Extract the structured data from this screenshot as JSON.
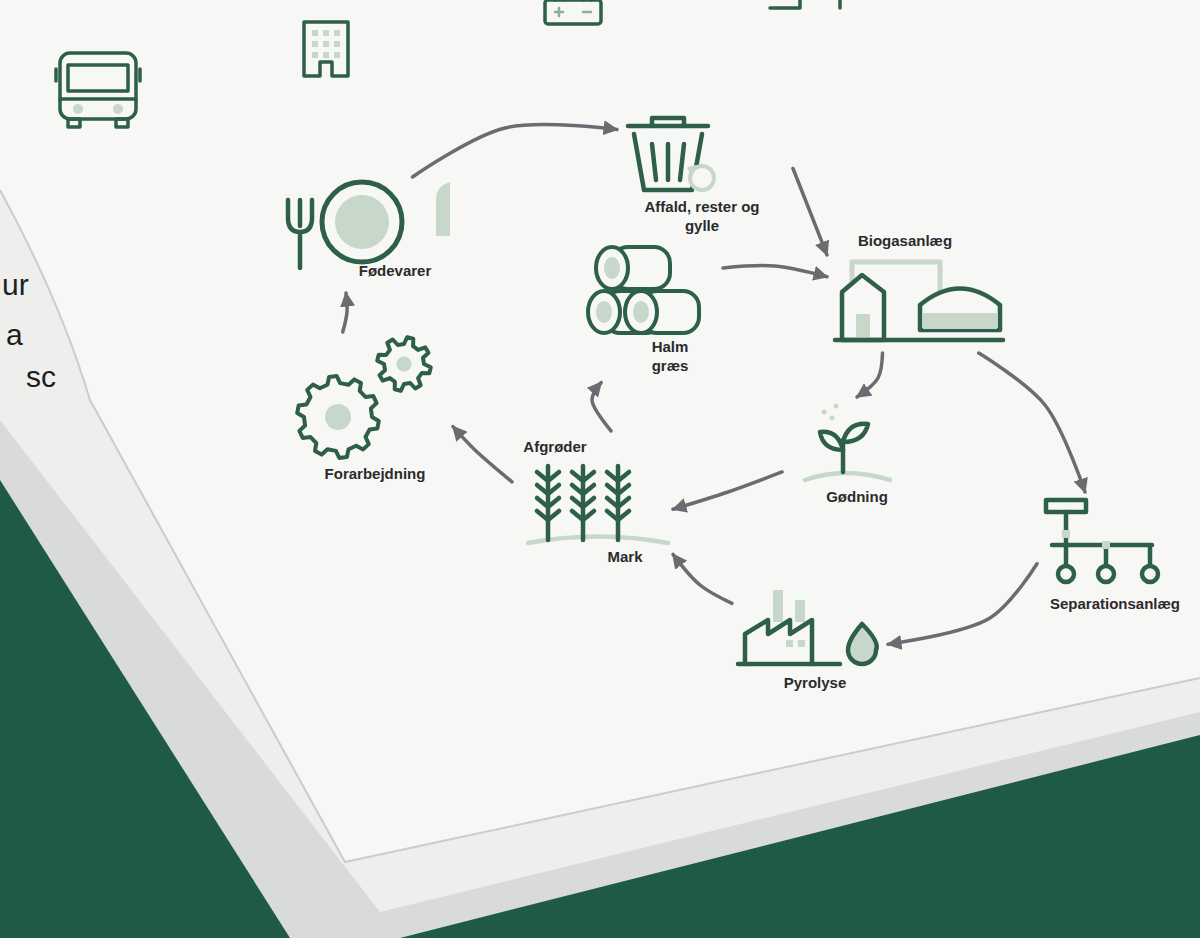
{
  "diagram": {
    "nodes": [
      {
        "text": [
          "Fødevarer"
        ]
      },
      {
        "text": [
          "Affald, rester og gylle"
        ]
      },
      {
        "text": [
          "Biogasanlæg"
        ]
      },
      {
        "text": [
          "Halm græs"
        ]
      },
      {
        "text": [
          "Afgrøder",
          "Mark"
        ]
      },
      {
        "text": [
          "Gødning"
        ]
      },
      {
        "text": [
          "Forarbejdning"
        ]
      },
      {
        "text": [
          "Separationsanlæg"
        ]
      },
      {
        "text": [
          "Pyrolyse"
        ]
      }
    ],
    "edges": [
      {
        "from": 0,
        "to": 1,
        "arrow": "to"
      },
      {
        "from": 1,
        "to": 2,
        "arrow": "to"
      },
      {
        "from": 3,
        "to": 2,
        "arrow": "to"
      },
      {
        "from": 2,
        "to": 5,
        "arrow": "to"
      },
      {
        "from": 2,
        "to": 7,
        "arrow": "to"
      },
      {
        "from": 7,
        "to": 8,
        "arrow": "to"
      },
      {
        "from": 8,
        "to": 4,
        "arrow": "to"
      },
      {
        "from": 5,
        "to": 4,
        "arrow": "to"
      },
      {
        "from": 4,
        "to": 3,
        "arrow": "to"
      },
      {
        "from": 4,
        "to": 6,
        "arrow": "to"
      },
      {
        "from": 6,
        "to": 0,
        "arrow": "to"
      }
    ],
    "labels": [
      "ur",
      "a",
      "sc"
    ]
  }
}
